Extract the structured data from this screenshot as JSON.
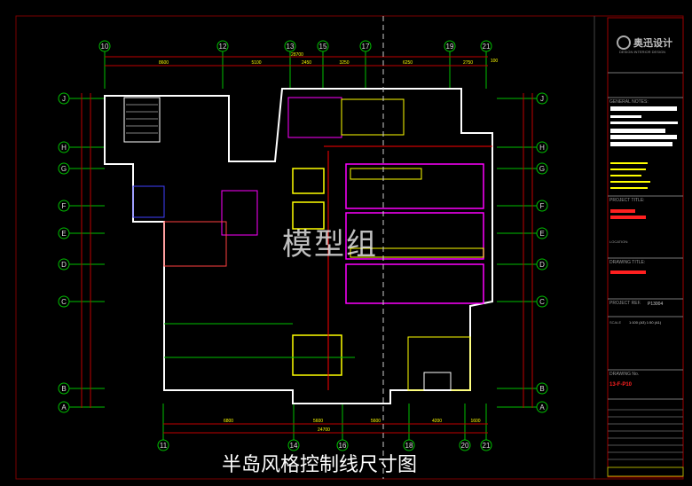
{
  "drawing": {
    "caption": "半岛风格控制线尺寸图",
    "watermark": "模型组",
    "top_axes": [
      "10",
      "12",
      "13",
      "15",
      "17",
      "19",
      "21"
    ],
    "bottom_axes": [
      "11",
      "14",
      "16",
      "18",
      "20",
      "21"
    ],
    "side_axes": [
      "J",
      "H",
      "G",
      "F",
      "E",
      "D",
      "C",
      "B",
      "A"
    ],
    "top_total": "28700",
    "top_dims": [
      "8600",
      "5100",
      "2450",
      "3250",
      "6250",
      "2750"
    ],
    "bottom_total": "24700",
    "bottom_dims": [
      "6800",
      "5600",
      "5600",
      "4200",
      "1600"
    ],
    "edge_dim": "100"
  },
  "title_block": {
    "logo": "奥迅设计",
    "logo_sub": "DESIGN INTERIOR DESIGN",
    "general_notes": "GENERAL NOTES:",
    "project_title": "PROJECT TITLE:",
    "location": "LOCATION:",
    "drawing_title": "DRAWING TITLE:",
    "project_ref": "PROJECT REF.",
    "project_ref_value": "P13004",
    "scale": "SCALE",
    "scale_value": "1:100 (A3) 1:50 (A1)",
    "drawing_no": "DRAWING No.",
    "drawing_no_value": "13-F-P10"
  },
  "colors": {
    "grid": "#00c000",
    "dim": "#c00000",
    "text": "#ffff00",
    "wall": "#ffffff",
    "accent": "#ff00ff"
  }
}
